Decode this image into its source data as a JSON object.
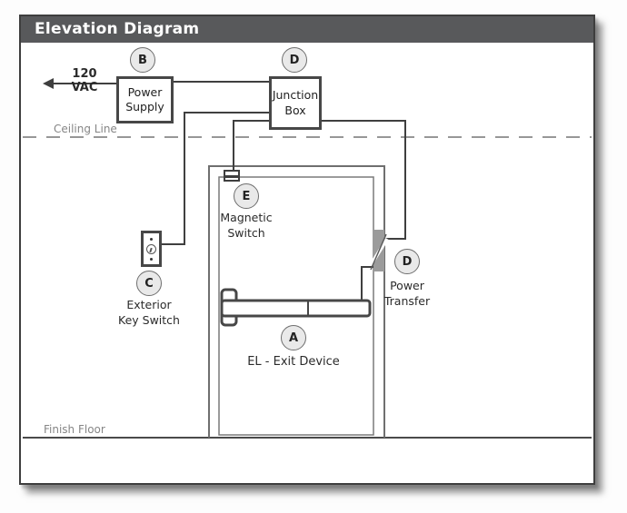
{
  "title": "Elevation Diagram",
  "annotations": {
    "voltage": "120 VAC"
  },
  "reference_lines": {
    "ceiling": {
      "label": "Ceiling Line"
    },
    "floor": {
      "label": "Finish Floor"
    }
  },
  "components": {
    "power_supply": {
      "tag": "B",
      "name": [
        "Power",
        "Supply"
      ]
    },
    "junction_box": {
      "tag": "D",
      "name": [
        "Junction",
        "Box"
      ]
    },
    "magnetic_switch": {
      "tag": "E",
      "name": [
        "Magnetic",
        "Switch"
      ]
    },
    "key_switch": {
      "tag": "C",
      "name": [
        "Exterior",
        "Key Switch"
      ]
    },
    "exit_device": {
      "tag": "A",
      "name": "EL - Exit Device"
    },
    "power_transfer": {
      "tag": "D",
      "name": [
        "Power",
        "Transfer"
      ]
    }
  },
  "colors": {
    "title_bg": "#58595b",
    "title_fg": "#ffffff",
    "wire": "#3f3f3f",
    "door_outline": "#6f6f6f",
    "power_transfer_bar": "#9b9b9b",
    "circle_fill": "#e9e9e9",
    "muted_label": "#868686"
  }
}
